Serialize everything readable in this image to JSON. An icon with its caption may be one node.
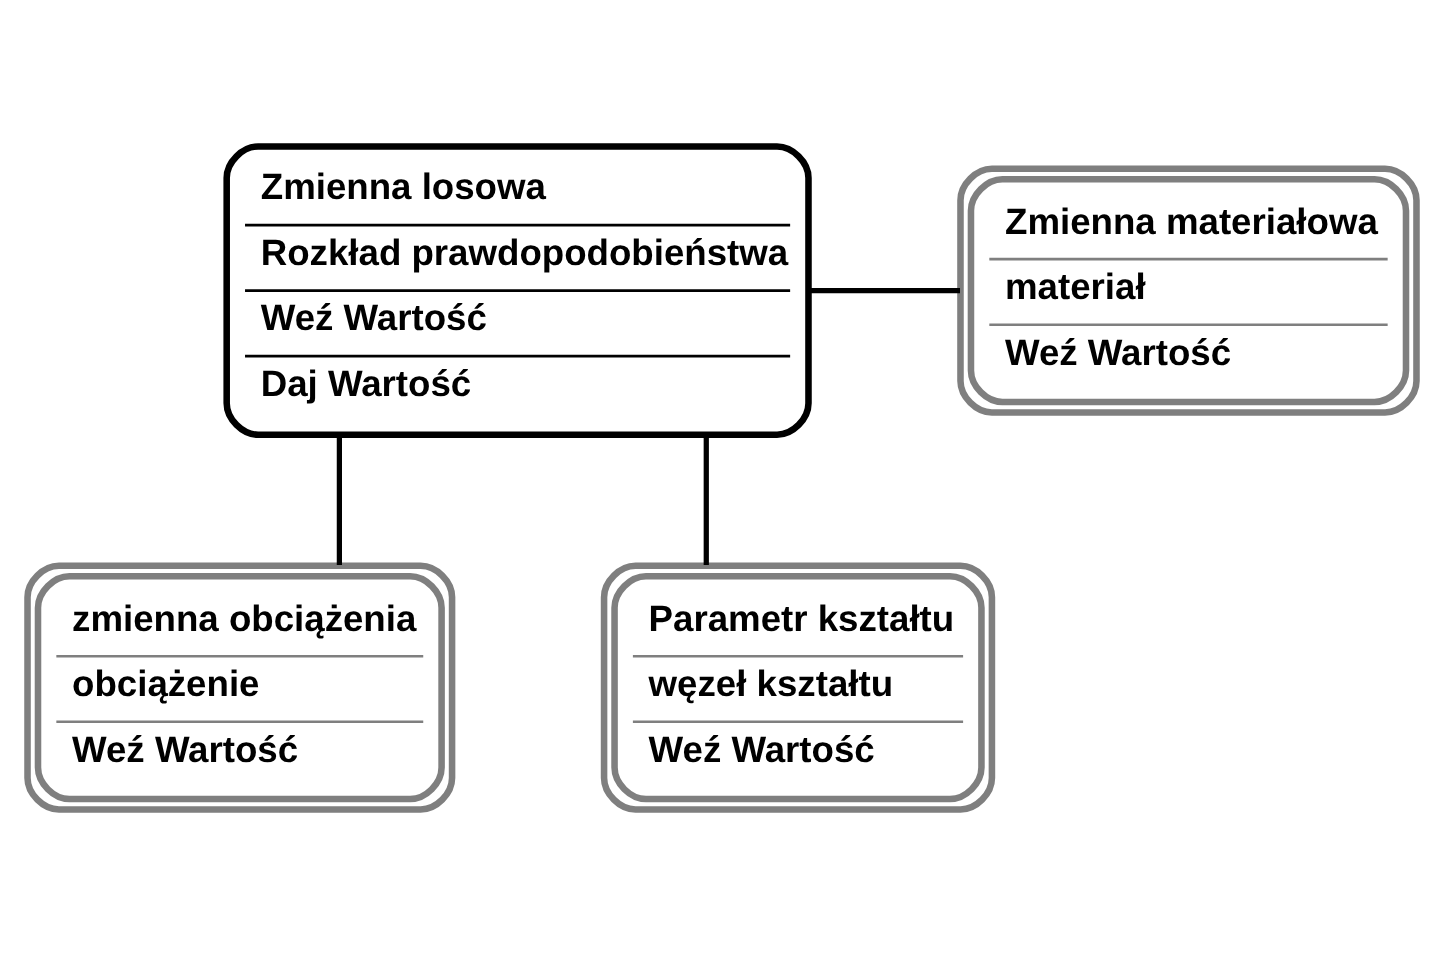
{
  "diagram": {
    "nodes": [
      {
        "text": [
          "Zmienna losowa",
          "Rozkład prawdopodobieństwa",
          "Weź Wartość",
          "Daj Wartość"
        ]
      },
      {
        "text": [
          "Zmienna materiałowa",
          "materiał",
          "Weź Wartość"
        ]
      },
      {
        "text": [
          "zmienna obciążenia",
          "obciążenie",
          "Weź Wartość"
        ]
      },
      {
        "text": [
          "Parametr kształtu",
          "węzeł kształtu",
          "Weź Wartość"
        ]
      }
    ],
    "edges": [
      {
        "from": 0,
        "to": 1,
        "arrow": "none"
      },
      {
        "from": 0,
        "to": 2,
        "arrow": "none"
      },
      {
        "from": 0,
        "to": 3,
        "arrow": "none"
      }
    ]
  }
}
